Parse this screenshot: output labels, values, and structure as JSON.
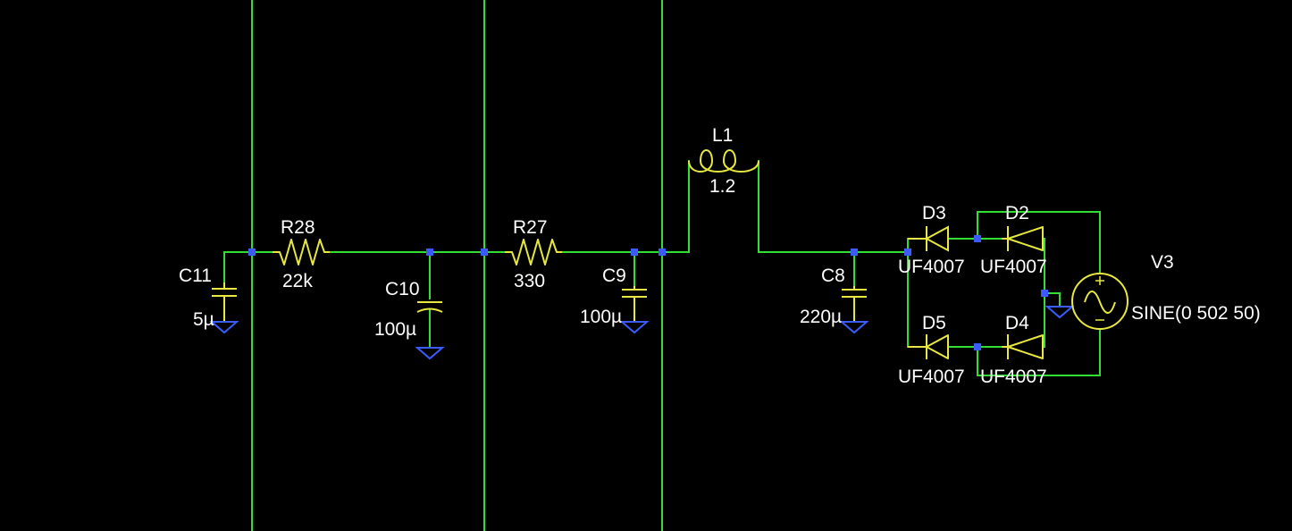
{
  "colors": {
    "background": "#000000",
    "wire": "#33dd33",
    "component": "#e8e840",
    "ground": "#3a5cff",
    "junction": "#3a5cff",
    "label": "#ffffff"
  },
  "components": {
    "C11": {
      "name": "C11",
      "value": "5µ"
    },
    "R28": {
      "name": "R28",
      "value": "22k"
    },
    "C10": {
      "name": "C10",
      "value": "100µ"
    },
    "R27": {
      "name": "R27",
      "value": "330"
    },
    "C9": {
      "name": "C9",
      "value": "100µ"
    },
    "L1": {
      "name": "L1",
      "value": "1.2"
    },
    "C8": {
      "name": "C8",
      "value": "220µ"
    },
    "D3": {
      "name": "D3",
      "value": "UF4007"
    },
    "D2": {
      "name": "D2",
      "value": "UF4007"
    },
    "D5": {
      "name": "D5",
      "value": "UF4007"
    },
    "D4": {
      "name": "D4",
      "value": "UF4007"
    },
    "V3": {
      "name": "V3",
      "value": "SINE(0 502 50)"
    }
  }
}
